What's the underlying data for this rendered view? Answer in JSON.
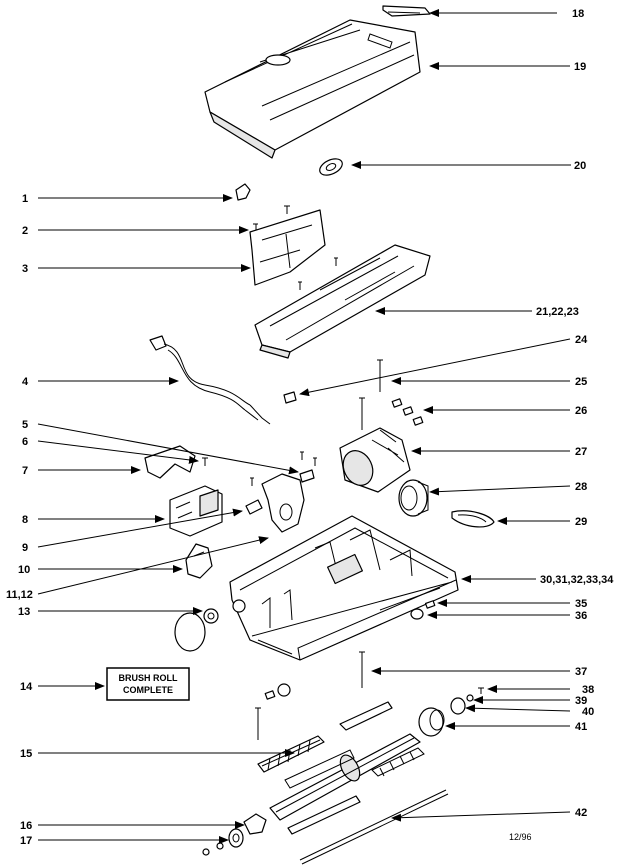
{
  "callouts": [
    {
      "id": "c18",
      "text": "18"
    },
    {
      "id": "c19",
      "text": "19"
    },
    {
      "id": "c20",
      "text": "20"
    },
    {
      "id": "c1",
      "text": "1"
    },
    {
      "id": "c2",
      "text": "2"
    },
    {
      "id": "c3",
      "text": "3"
    },
    {
      "id": "c21",
      "text": "21,22,23"
    },
    {
      "id": "c24",
      "text": "24"
    },
    {
      "id": "c4",
      "text": "4"
    },
    {
      "id": "c25",
      "text": "25"
    },
    {
      "id": "c26",
      "text": "26"
    },
    {
      "id": "c5",
      "text": "5"
    },
    {
      "id": "c6",
      "text": "6"
    },
    {
      "id": "c27",
      "text": "27"
    },
    {
      "id": "c7",
      "text": "7"
    },
    {
      "id": "c28",
      "text": "28"
    },
    {
      "id": "c8",
      "text": "8"
    },
    {
      "id": "c29",
      "text": "29"
    },
    {
      "id": "c9",
      "text": "9"
    },
    {
      "id": "c10",
      "text": "10"
    },
    {
      "id": "c30",
      "text": "30,31,32,33,34"
    },
    {
      "id": "c11",
      "text": "11,12"
    },
    {
      "id": "c13",
      "text": "13"
    },
    {
      "id": "c35",
      "text": "35"
    },
    {
      "id": "c36",
      "text": "36"
    },
    {
      "id": "c37",
      "text": "37"
    },
    {
      "id": "c14",
      "text": "14"
    },
    {
      "id": "c38",
      "text": "38"
    },
    {
      "id": "c39",
      "text": "39"
    },
    {
      "id": "c40",
      "text": "40"
    },
    {
      "id": "c41",
      "text": "41"
    },
    {
      "id": "c15",
      "text": "15"
    },
    {
      "id": "c42",
      "text": "42"
    },
    {
      "id": "c16",
      "text": "16"
    },
    {
      "id": "c17",
      "text": "17"
    }
  ],
  "brush_roll_box": {
    "line1": "BRUSH ROLL",
    "line2": "COMPLETE"
  },
  "date_code": "12/96"
}
